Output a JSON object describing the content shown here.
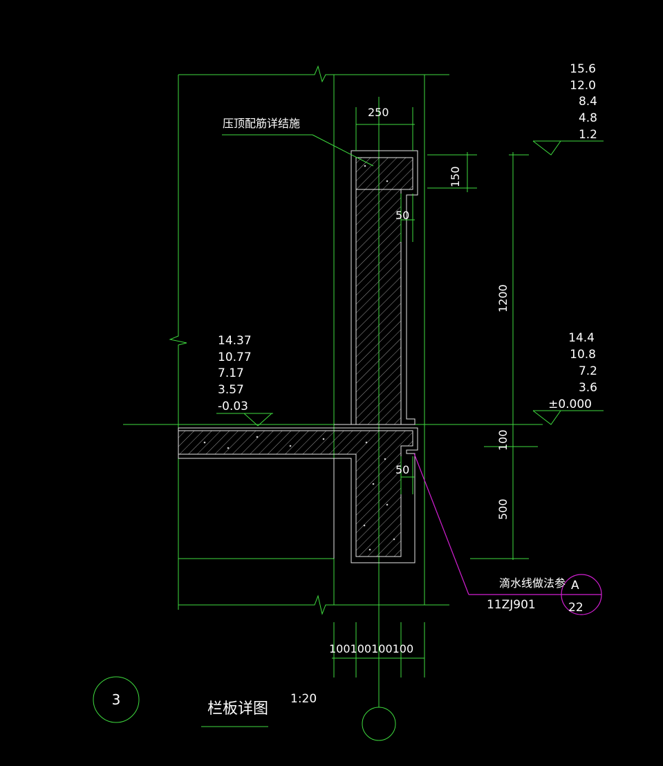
{
  "drawing": {
    "levels_top_right": [
      "15.6",
      "12.0",
      "8.4",
      "4.8",
      "1.2"
    ],
    "levels_mid_right": [
      "14.4",
      "10.8",
      "7.2",
      "3.6",
      "±0.000"
    ],
    "levels_left": [
      "14.37",
      "10.77",
      "7.17",
      "3.57",
      "-0.03"
    ],
    "dims": {
      "coping_width": "250",
      "coping_height": "150",
      "parapet_height": "1200",
      "step_top": "50",
      "step_bottom": "50",
      "slab_thickness": "100",
      "beam_drop": "500",
      "bottom_dims": "100100100100"
    },
    "notes": {
      "coping_note": "压顶配筋详结施",
      "drip_note": "滴水线做法参",
      "drip_ref_code": "11ZJ901",
      "drip_ref_letter": "A",
      "drip_ref_number": "22"
    },
    "title": {
      "number": "3",
      "name": "栏板详图",
      "scale": "1:20"
    },
    "colors": {
      "background": "#000000",
      "line_green": "#3fdc3f",
      "line_white": "#e8e8e8",
      "leader_magenta": "#d21fd2",
      "text": "#ffffff"
    }
  }
}
